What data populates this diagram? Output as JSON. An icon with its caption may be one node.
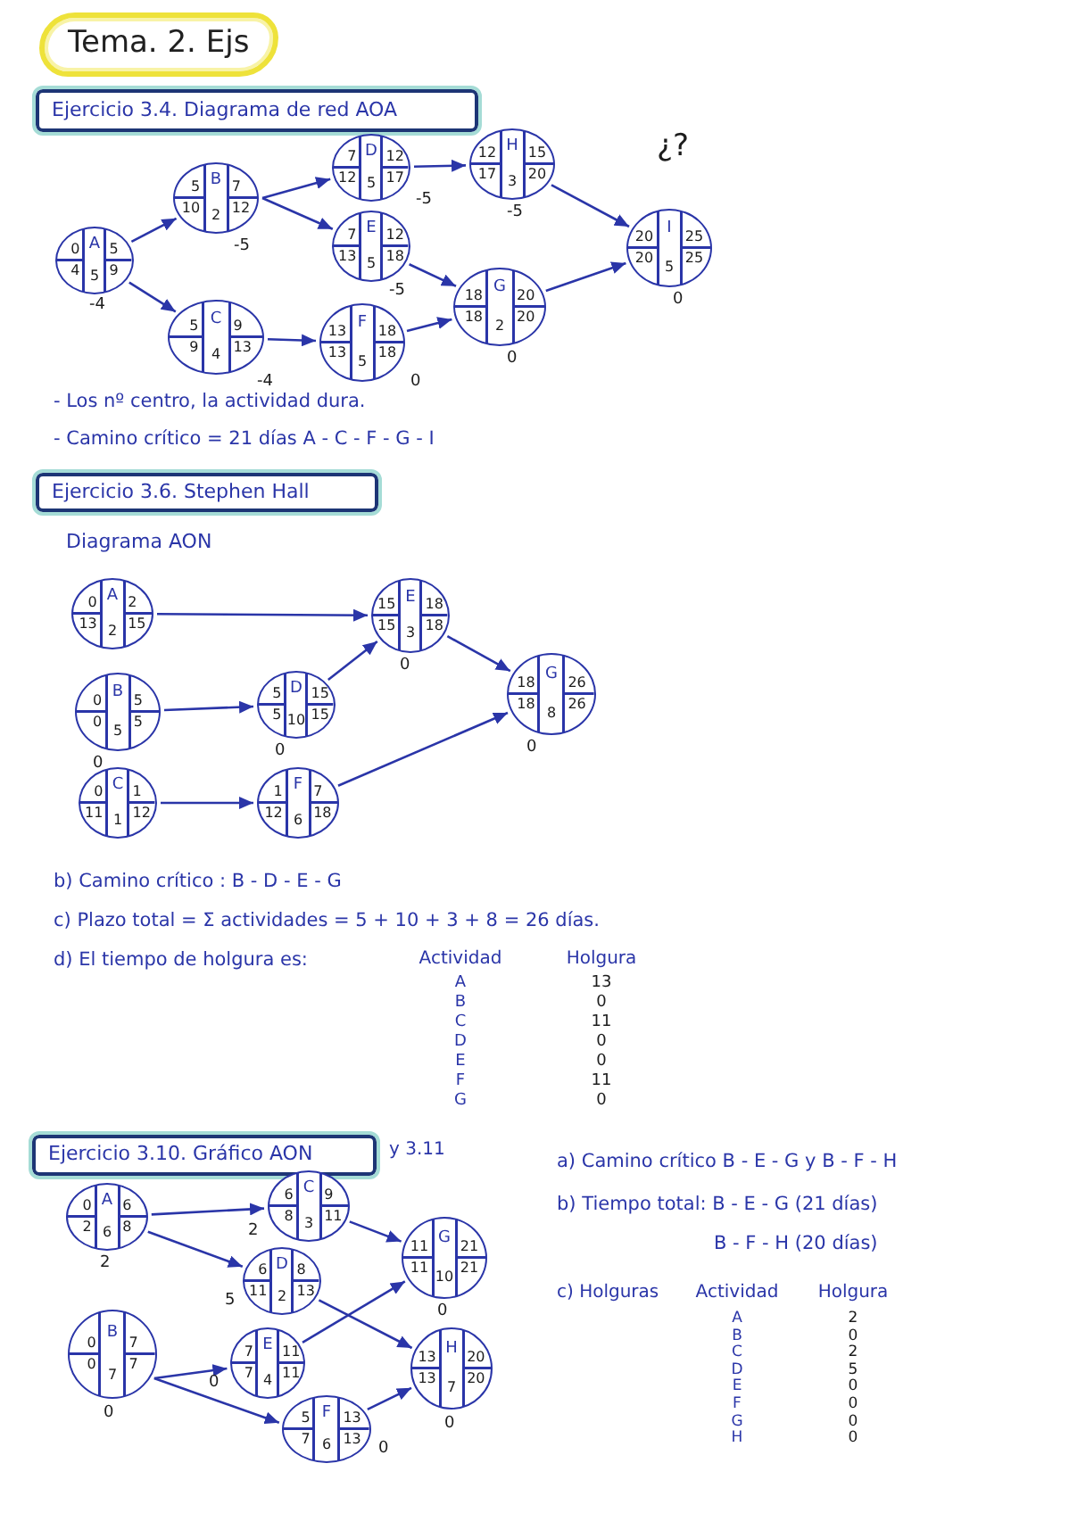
{
  "diagram": {
    "title": "Tema. 2. Ejs",
    "nodes": [
      {
        "text": [
          "Ejercicio 3.4. Diagrama de red AOA"
        ]
      },
      {
        "text": [
          "0",
          "A",
          "5",
          "4",
          "5",
          "9"
        ],
        "beside": [
          "-4"
        ]
      },
      {
        "text": [
          "5",
          "B",
          "7",
          "10",
          "2",
          "12"
        ],
        "beside": [
          "-5"
        ]
      },
      {
        "text": [
          "7",
          "D",
          "12",
          "12",
          "5",
          "17"
        ],
        "beside": [
          "-5"
        ]
      },
      {
        "text": [
          "7",
          "E",
          "12",
          "13",
          "5",
          "18"
        ],
        "beside": [
          "-5"
        ]
      },
      {
        "text": [
          "12",
          "H",
          "15",
          "17",
          "3",
          "20"
        ],
        "beside": [
          "-5"
        ]
      },
      {
        "text": [
          "5",
          "C",
          "9",
          "9",
          "4",
          "13"
        ],
        "beside": [
          "-4"
        ]
      },
      {
        "text": [
          "13",
          "F",
          "18",
          "13",
          "5",
          "18"
        ],
        "beside": [
          "0"
        ]
      },
      {
        "text": [
          "18",
          "G",
          "20",
          "18",
          "2",
          "20"
        ],
        "beside": [
          "0"
        ]
      },
      {
        "text": [
          "20",
          "I",
          "25",
          "20",
          "5",
          "25"
        ],
        "beside": [
          "0"
        ]
      },
      {
        "text": [
          "Ejercicio 3.6. Stephen Hall"
        ]
      },
      {
        "text": [
          "0",
          "A",
          "2",
          "13",
          "2",
          "15"
        ]
      },
      {
        "text": [
          "15",
          "E",
          "18",
          "15",
          "3",
          "18"
        ],
        "beside": [
          "0"
        ]
      },
      {
        "text": [
          "0",
          "B",
          "5",
          "0",
          "5",
          "5"
        ],
        "beside": [
          "0"
        ]
      },
      {
        "text": [
          "5",
          "D",
          "15",
          "5",
          "10",
          "15"
        ],
        "beside": [
          "0"
        ]
      },
      {
        "text": [
          "18",
          "G",
          "26",
          "18",
          "8",
          "26"
        ],
        "beside": [
          "0"
        ]
      },
      {
        "text": [
          "0",
          "C",
          "1",
          "11",
          "1",
          "12"
        ]
      },
      {
        "text": [
          "1",
          "F",
          "7",
          "12",
          "6",
          "18"
        ]
      },
      {
        "text": [
          "Ejercicio 3.10. Gráfico AON"
        ],
        "beside": [
          "y 3.11"
        ]
      },
      {
        "text": [
          "0",
          "A",
          "6",
          "2",
          "6",
          "8"
        ],
        "beside": [
          "2"
        ]
      },
      {
        "text": [
          "6",
          "C",
          "9",
          "8",
          "3",
          "11"
        ],
        "beside": [
          "2"
        ]
      },
      {
        "text": [
          "6",
          "D",
          "8",
          "11",
          "2",
          "13"
        ],
        "beside": [
          "5"
        ]
      },
      {
        "text": [
          "11",
          "G",
          "21",
          "11",
          "10",
          "21"
        ],
        "beside": [
          "0"
        ]
      },
      {
        "text": [
          "0",
          "B",
          "7",
          "0",
          "7",
          "7"
        ],
        "beside": [
          "0"
        ]
      },
      {
        "text": [
          "7",
          "E",
          "11",
          "7",
          "4",
          "11"
        ],
        "beside": [
          "0"
        ]
      },
      {
        "text": [
          "13",
          "H",
          "20",
          "13",
          "7",
          "20"
        ],
        "beside": [
          "0"
        ]
      },
      {
        "text": [
          "5",
          "F",
          "13",
          "7",
          "6",
          "13"
        ],
        "beside": [
          "0"
        ]
      }
    ],
    "edges": [
      {
        "from": 1,
        "to": 2,
        "arrow": "to"
      },
      {
        "from": 1,
        "to": 6,
        "arrow": "to"
      },
      {
        "from": 2,
        "to": 3,
        "arrow": "to"
      },
      {
        "from": 2,
        "to": 4,
        "arrow": "to"
      },
      {
        "from": 3,
        "to": 5,
        "arrow": "to"
      },
      {
        "from": 4,
        "to": 8,
        "arrow": "to"
      },
      {
        "from": 6,
        "to": 7,
        "arrow": "to"
      },
      {
        "from": 7,
        "to": 8,
        "arrow": "to"
      },
      {
        "from": 5,
        "to": 9,
        "arrow": "to"
      },
      {
        "from": 8,
        "to": 9,
        "arrow": "to"
      },
      {
        "from": 11,
        "to": 12,
        "arrow": "to"
      },
      {
        "from": 13,
        "to": 14,
        "arrow": "to"
      },
      {
        "from": 14,
        "to": 12,
        "arrow": "to"
      },
      {
        "from": 16,
        "to": 17,
        "arrow": "to"
      },
      {
        "from": 12,
        "to": 15,
        "arrow": "to"
      },
      {
        "from": 17,
        "to": 15,
        "arrow": "to"
      },
      {
        "from": 19,
        "to": 20,
        "arrow": "to"
      },
      {
        "from": 19,
        "to": 21,
        "arrow": "to"
      },
      {
        "from": 20,
        "to": 22,
        "arrow": "to"
      },
      {
        "from": 21,
        "to": 25,
        "arrow": "to"
      },
      {
        "from": 24,
        "to": 22,
        "arrow": "to"
      },
      {
        "from": 23,
        "to": 24,
        "arrow": "to"
      },
      {
        "from": 23,
        "to": 26,
        "arrow": "to"
      },
      {
        "from": 26,
        "to": 25,
        "arrow": "to"
      }
    ],
    "labels": [
      "¿?",
      "- Los nº centro, la actividad dura.",
      "- Camino crítico = 21 días A - C - F - G - I",
      "Diagrama AON",
      "b) Camino crítico : B - D - E - G",
      "c) Plazo total = Σ actividades = 5 + 10 + 3 + 8 = 26 días.",
      "d) El tiempo de holgura es:",
      "Actividad",
      "Holgura",
      "A",
      "13",
      "B",
      "0",
      "C",
      "11",
      "D",
      "0",
      "E",
      "0",
      "F",
      "11",
      "G",
      "0",
      "a) Camino crítico B - E - G y B - F - H",
      "b) Tiempo total: B - E - G (21 días)",
      "B - F - H (20 días)",
      "c) Holguras",
      "Actividad",
      "Holgura",
      "A",
      "2",
      "B",
      "0",
      "C",
      "2",
      "D",
      "5",
      "E",
      "0",
      "F",
      "0",
      "G",
      "0",
      "H",
      "0"
    ]
  }
}
